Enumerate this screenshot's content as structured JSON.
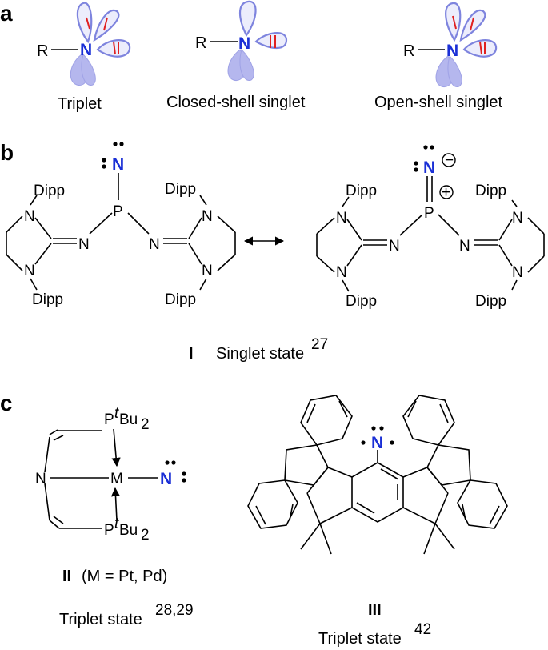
{
  "panels": {
    "a": "a",
    "b": "b",
    "c": "c"
  },
  "panel_a": {
    "states": [
      {
        "substituent": "R",
        "atom": "N",
        "caption": "Triplet"
      },
      {
        "substituent": "R",
        "atom": "N",
        "caption": "Closed-shell singlet"
      },
      {
        "substituent": "R",
        "atom": "N",
        "caption": "Open-shell singlet"
      }
    ]
  },
  "panel_b": {
    "atoms": {
      "N": "N",
      "P": "P",
      "Dipp": "Dipp",
      "minus": "−",
      "plus": "+"
    },
    "caption_numeral": "I",
    "caption_text": "Singlet state",
    "caption_ref": "27"
  },
  "panel_c": {
    "complex": {
      "atoms": {
        "N": "N",
        "M": "M",
        "P": "P",
        "tBu": "t",
        "Bu": "Bu",
        "sub2": "2"
      },
      "caption_numeral": "II",
      "caption_detail": "(M = Pt,  Pd)",
      "state_text": "Triplet state",
      "state_ref": "28,29"
    },
    "fluorenyl": {
      "atoms": {
        "N": "N"
      },
      "caption_numeral": "III",
      "state_text": "Triplet state",
      "state_ref": "42"
    }
  }
}
